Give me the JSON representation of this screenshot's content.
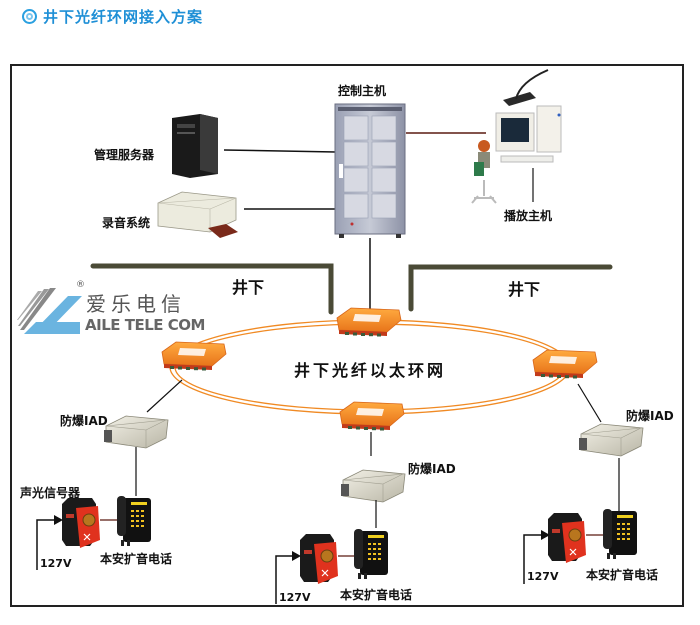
{
  "header": {
    "icon": "double-circle-bullet-icon",
    "title": "井下光纤环网接入方案",
    "accent_color": "#1e8fd6"
  },
  "logo": {
    "registered_mark": "®",
    "name_cn": "爱乐电信",
    "name_en": "AILE TELE COM",
    "colors": {
      "blue": "#6ab4e0",
      "gray": "#777777"
    }
  },
  "surface": {
    "control_host": {
      "label": "控制主机",
      "icon": "server-cabinet-icon"
    },
    "management_server": {
      "label": "管理服务器",
      "icon": "tower-server-icon"
    },
    "recording_system": {
      "label": "录音系统",
      "icon": "rack-recorder-icon"
    },
    "broadcast_host": {
      "label": "播放主机",
      "icon": "operator-workstation-icon"
    }
  },
  "underground": {
    "zone_left_label": "井下",
    "zone_right_label": "井下",
    "ring": {
      "label": "井下光纤以太环网",
      "color": "#f08a24",
      "switch_icon": "ring-switch-icon",
      "switch_count": 4
    },
    "branches": [
      {
        "iad_label": "防爆IAD",
        "signal_label": "声光信号器",
        "phone_label": "本安扩音电话",
        "voltage_label": "127V"
      },
      {
        "iad_label": "防爆IAD",
        "phone_label": "本安扩音电话",
        "voltage_label": "127V"
      },
      {
        "iad_label": "防爆IAD",
        "phone_label": "本安扩音电话",
        "voltage_label": "127V"
      }
    ]
  }
}
